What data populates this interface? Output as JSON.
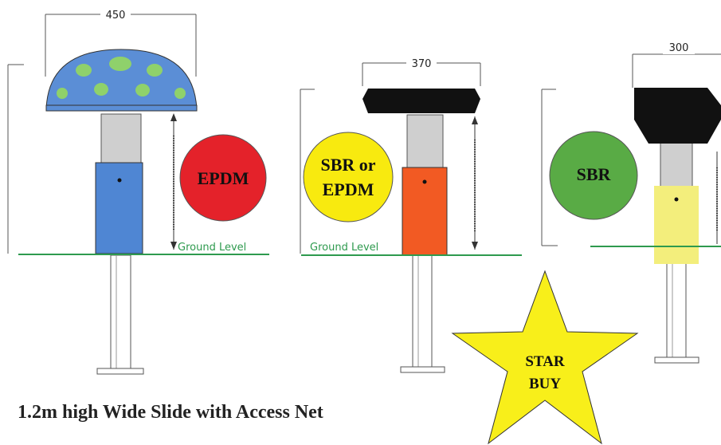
{
  "dimensions": {
    "width_1": "450",
    "width_2": "370",
    "width_3": "300"
  },
  "ground_level_label": "Ground Level",
  "badges": {
    "epdm": "EPDM",
    "sbr_or_epdm_line1": "SBR or",
    "sbr_or_epdm_line2": "EPDM",
    "sbr": "SBR"
  },
  "star": {
    "line1": "STAR",
    "line2": "BUY"
  },
  "caption": "1.2m high Wide Slide with Access Net",
  "colors": {
    "mushroom_cap": "#5b8ed6",
    "mushroom_spots": "#8fd16b",
    "post_blue": "#4f86d3",
    "post_orange": "#f25a23",
    "post_yellow": "#f3ee7c",
    "cap_black": "#111111",
    "ground_line": "#2e9a4e",
    "badge_red": "#e4222a",
    "badge_yellow": "#f8ea0f",
    "badge_green": "#59ab45",
    "star_fill": "#f8ef1a"
  }
}
